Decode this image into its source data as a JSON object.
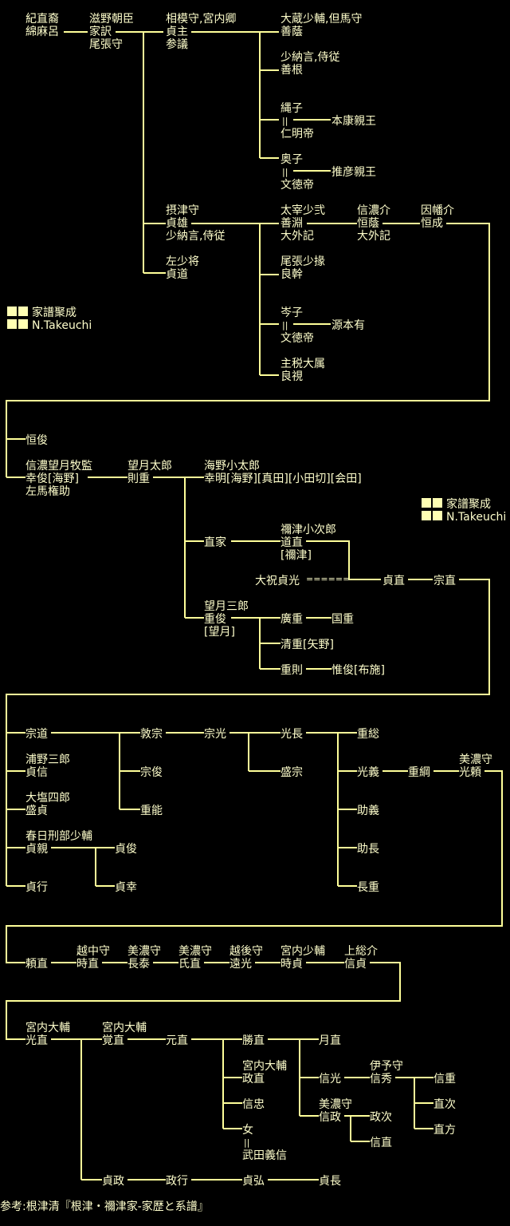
{
  "colors": {
    "background": "#000000",
    "text": "#ffffcc",
    "line": "#ffff99"
  },
  "credit": {
    "title": "家譜聚成",
    "author": "N.Takeuchi"
  },
  "footer": "参考:根津清『根津・禰津家-家歴と系譜』",
  "marriage_mark": "||",
  "chain_mark": "======",
  "p": {
    "a1": "紀直裔",
    "a2": "綿麻呂",
    "b1": "滋野朝臣",
    "b2": "家訳",
    "b3": "尾張守",
    "c1": "相模守,宮内卿",
    "c2": "貞主",
    "c3": "参議",
    "d1": "大蔵少輔,但馬守",
    "d2": "善蔭",
    "e1": "少納言,侍従",
    "e2": "善根",
    "f1": "縄子",
    "f2": "仁明帝",
    "f3": "本康親王",
    "g1": "奥子",
    "g2": "文徳帝",
    "g3": "推彦親王",
    "h1": "摂津守",
    "h2": "貞雄",
    "h3": "少納言,侍従",
    "i1": "太宰少弐",
    "i2": "善淵",
    "i3": "大外記",
    "j1": "信濃介",
    "j2": "恒蔭",
    "j3": "大外記",
    "k1": "因幡介",
    "k2": "恒成",
    "l1": "左少将",
    "l2": "貞道",
    "m1": "尾張少掾",
    "m2": "良幹",
    "n1": "岑子",
    "n2": "文徳帝",
    "n3": "源本有",
    "o1": "主税大属",
    "o2": "良視",
    "q1": "恒俊",
    "r1": "信濃望月牧監",
    "r2": "幸俊[海野]",
    "r3": "左馬権助",
    "s1": "望月太郎",
    "s2": "則重",
    "u1": "海野小太郎",
    "u2": "幸明[海野][真田][小田切][会田]",
    "v1": "直家",
    "w1": "禰津小次郎",
    "w2": "道直",
    "w3": "[禰津]",
    "x1": "大祝貞光",
    "x2": "貞直",
    "x3": "宗直",
    "y1": "望月三郎",
    "y2": "重俊",
    "y3": "[望月]",
    "z1": "廣重",
    "z2": "国重",
    "z3": "清重[矢野]",
    "z4": "重則",
    "z5": "惟俊[布施]",
    "g4_1": "宗道",
    "g4_2": "敦宗",
    "g4_3": "宗光",
    "g4_4": "光長",
    "g4_5": "重総",
    "g4_6": "浦野三郎",
    "g4_7": "貞信",
    "g4_8": "宗俊",
    "g4_9": "盛宗",
    "g4_10": "光義",
    "g4_11": "重綱",
    "g4_12": "美濃守",
    "g4_13": "光頼",
    "g4_14": "大塩四郎",
    "g4_15": "盛貞",
    "g4_16": "重能",
    "g4_17": "助義",
    "g4_18": "春日刑部少輔",
    "g4_19": "貞親",
    "g4_20": "貞俊",
    "g4_21": "助長",
    "g4_22": "貞行",
    "g4_23": "貞幸",
    "g4_24": "長重",
    "g5_1": "頼直",
    "g5_2": "越中守",
    "g5_3": "時直",
    "g5_4": "美濃守",
    "g5_5": "長泰",
    "g5_6": "美濃守",
    "g5_7": "氏直",
    "g5_8": "越後守",
    "g5_9": "遠光",
    "g5_10": "宮内少輔",
    "g5_11": "時貞",
    "g5_12": "上総介",
    "g5_13": "信貞",
    "g6_1": "宮内大輔",
    "g6_2": "光直",
    "g6_3": "宮内大輔",
    "g6_4": "覚直",
    "g6_5": "元直",
    "g6_6": "勝直",
    "g6_7": "月直",
    "g6_8": "宮内大輔",
    "g6_9": "政直",
    "g6_10": "信光",
    "g6_11": "伊予守",
    "g6_12": "信秀",
    "g6_13": "信重",
    "g6_14": "信忠",
    "g6_15": "美濃守",
    "g6_16": "信政",
    "g6_17": "政次",
    "g6_18": "直次",
    "g6_19": "女",
    "g6_20": "信直",
    "g6_21": "直方",
    "g6_22": "武田義信",
    "g6_23": "貞政",
    "g6_24": "政行",
    "g6_25": "貞弘",
    "g6_26": "貞長"
  }
}
